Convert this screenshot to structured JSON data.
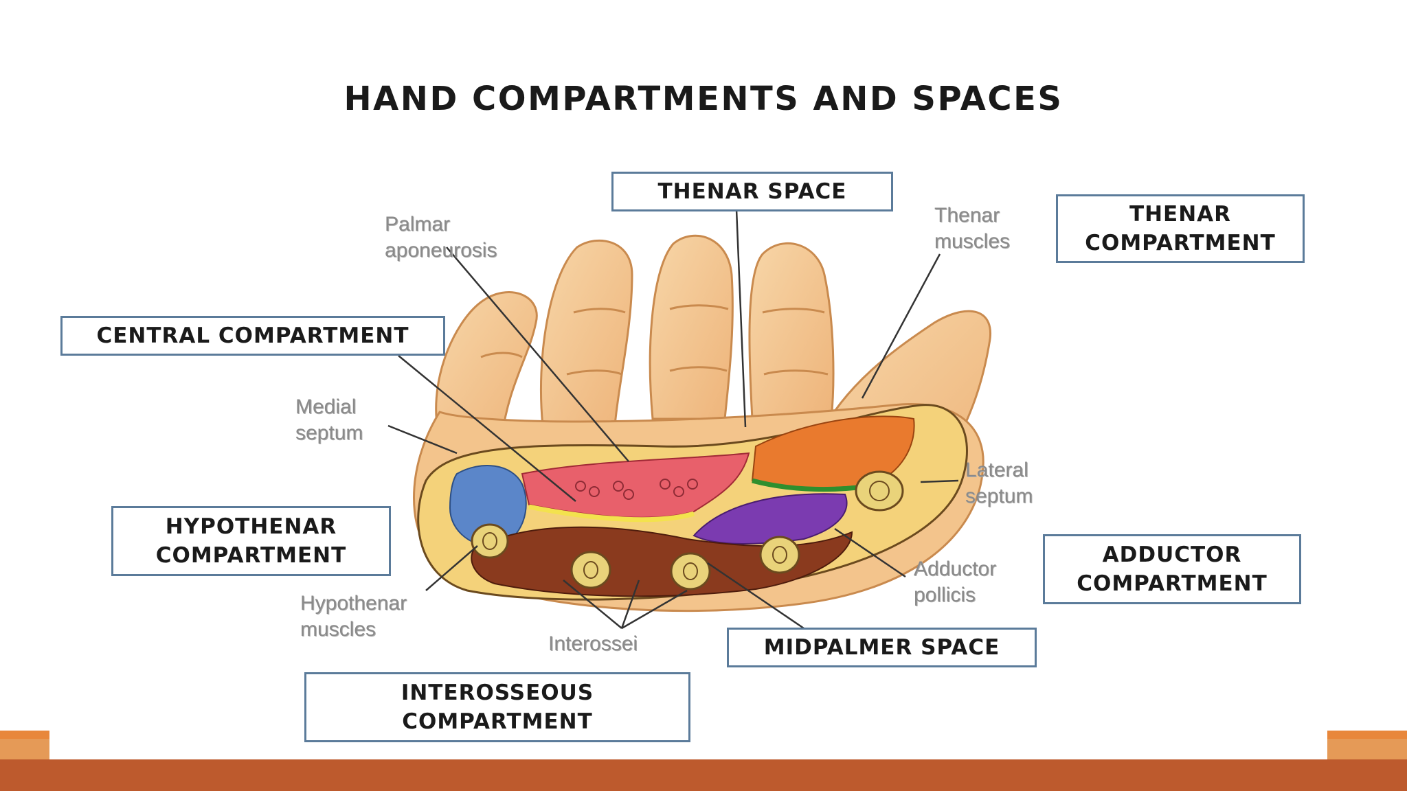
{
  "title": "HAND COMPARTMENTS AND SPACES",
  "boxes": {
    "thenar_space": "THENAR SPACE",
    "thenar_compartment": [
      "THENAR",
      "COMPARTMENT"
    ],
    "central_compartment": "CENTRAL COMPARTMENT",
    "hypothenar_compartment": [
      "HYPOTHENAR",
      "COMPARTMENT"
    ],
    "adductor_compartment": [
      "ADDUCTOR",
      "COMPARTMENT"
    ],
    "midpalmer_space": "MIDPALMER SPACE",
    "interosseous_compartment": [
      "INTEROSSEOUS",
      "COMPARTMENT"
    ]
  },
  "labels": {
    "palmar_aponeurosis": [
      "Palmar",
      "aponeurosis"
    ],
    "thenar_muscles": [
      "Thenar",
      "muscles"
    ],
    "medial_septum": [
      "Medial",
      "septum"
    ],
    "lateral_septum": [
      "Lateral",
      "septum"
    ],
    "adductor_pollicis": [
      "Adductor",
      "pollicis"
    ],
    "hypothenar_muscles": [
      "Hypothenar",
      "muscles"
    ],
    "interossei": "Interossei"
  },
  "colors": {
    "box_border": "#5b7b9a",
    "skin": "#f3c48c",
    "central_compartment": "#e8606b",
    "hypothenar": "#5b86c9",
    "thenar": "#e97a2e",
    "adductor": "#7b3bb0",
    "interossei": "#8a3a1e",
    "bone": "#e9d37a",
    "bottom_bar": "#bd5a2d",
    "accent_bar": "#e59a57"
  }
}
